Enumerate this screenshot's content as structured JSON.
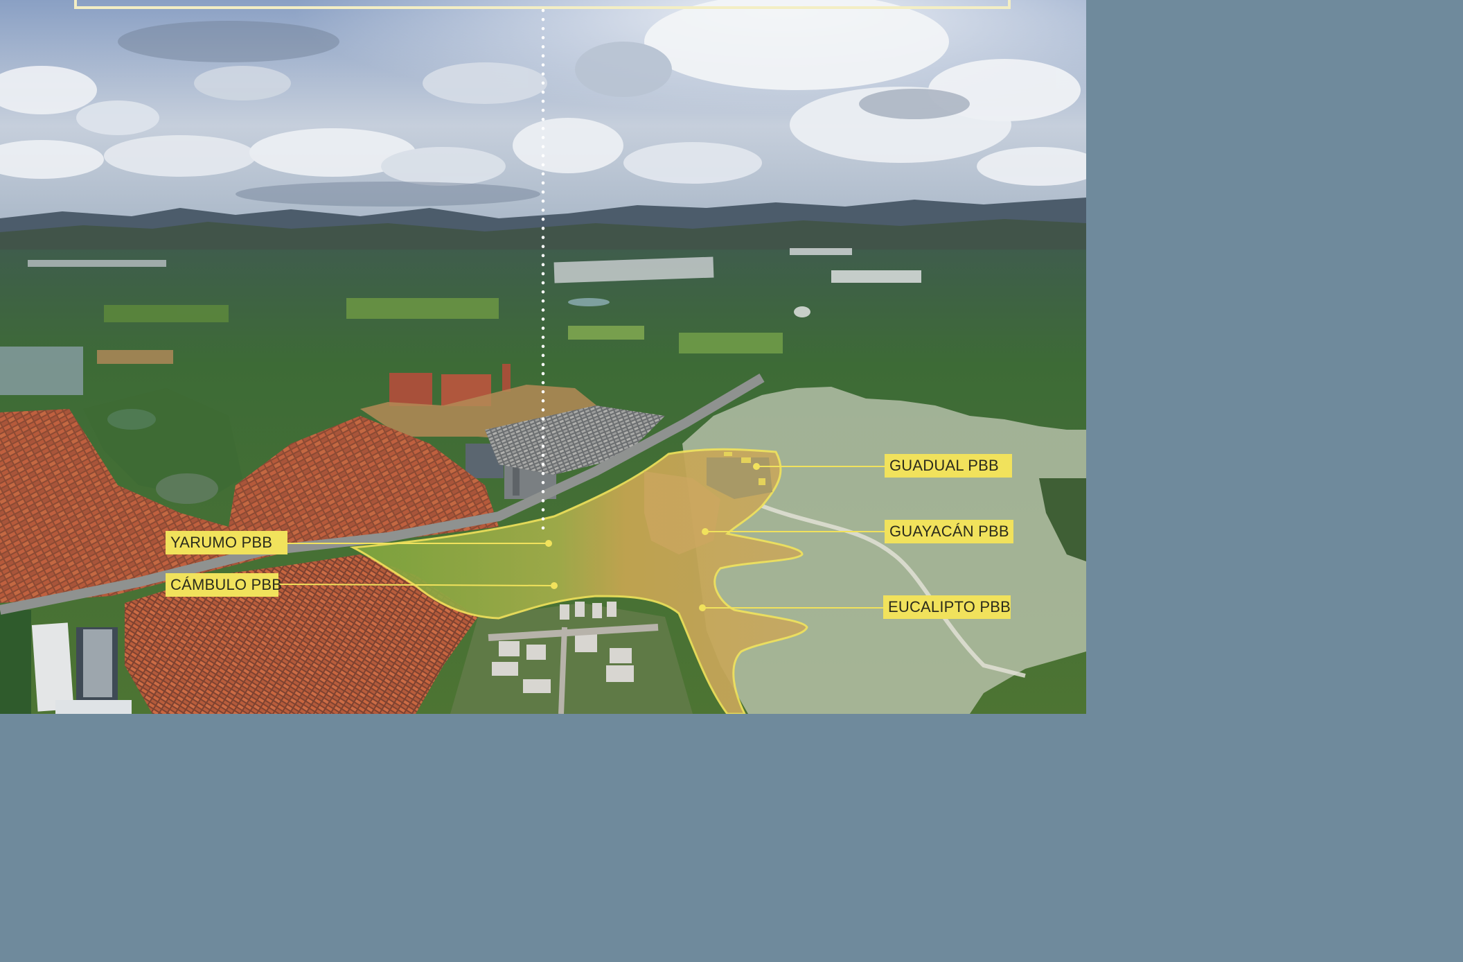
{
  "colors": {
    "accent_yellow": "#f1e25c",
    "sky_top": "#7f97bb",
    "sky_bottom": "#d7dde6",
    "mountain": "#4a5a68",
    "field_green": "#4f7a3a",
    "roof_orange": "#b2573a",
    "site_gold": "#c8a650",
    "hill_overlay": "#cfd3c4"
  },
  "labels": {
    "guadual": "GUADUAL PBB",
    "guayacan": "GUAYACÁN PBB",
    "eucalipto": "EUCALIPTO PBB",
    "yarumo": "YARUMO PBB",
    "cambulo": "CÁMBULO PBB"
  }
}
